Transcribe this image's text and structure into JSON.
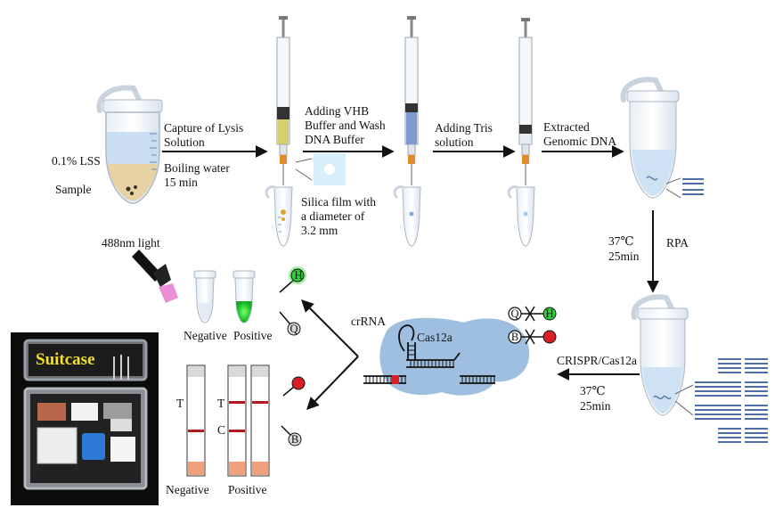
{
  "steps": {
    "lss": "0.1% LSS",
    "sample": "Sample",
    "capture_line1": "Capture of  Lysis",
    "capture_line2": "Solution",
    "boil_line1": "Boiling water",
    "boil_line2": "15 min",
    "vhb_line1": "Adding VHB",
    "vhb_line2": "Buffer and Wash",
    "vhb_line3": "DNA Buffer",
    "silica_line1": "Silica film with",
    "silica_line2": "a diameter of",
    "silica_line3": "3.2 mm",
    "tris_line1": "Adding Tris",
    "tris_line2": "solution",
    "extract_line1": "Extracted",
    "extract_line2": "Genomic DNA",
    "rpa_temp": "37℃",
    "rpa_time": "25min",
    "rpa": "RPA",
    "crispr": "CRISPR/Cas12a",
    "crispr_temp": "37℃",
    "crispr_time": "25min"
  },
  "detection": {
    "light": "488nm light",
    "negative": "Negative",
    "positive": "Positive",
    "crrna": "crRNA",
    "cas12a": "Cas12a",
    "strip_negative": "Negative",
    "strip_positive": "Positive",
    "t_mark_1": "T",
    "t_mark_2": "T",
    "c_mark": "C",
    "reporter_h": "H",
    "reporter_q": "Q",
    "reporter_b": "B",
    "legend_q": "Q",
    "legend_h": "H",
    "legend_b": "B"
  },
  "suitcase": {
    "title": "Suitcase"
  },
  "colors": {
    "fluor_green": "#2fd13a",
    "quencher_gray": "#9a9a9a",
    "biotin_red": "#d81f26",
    "cas_blue": "#9fbfe0",
    "strip_orange": "#f0a07a",
    "strip_red_line": "#b0191e",
    "lysis_yellow": "#d9cf6a",
    "buffer_blue": "#7c9ad0",
    "sample_tan": "#e8d2a4"
  }
}
